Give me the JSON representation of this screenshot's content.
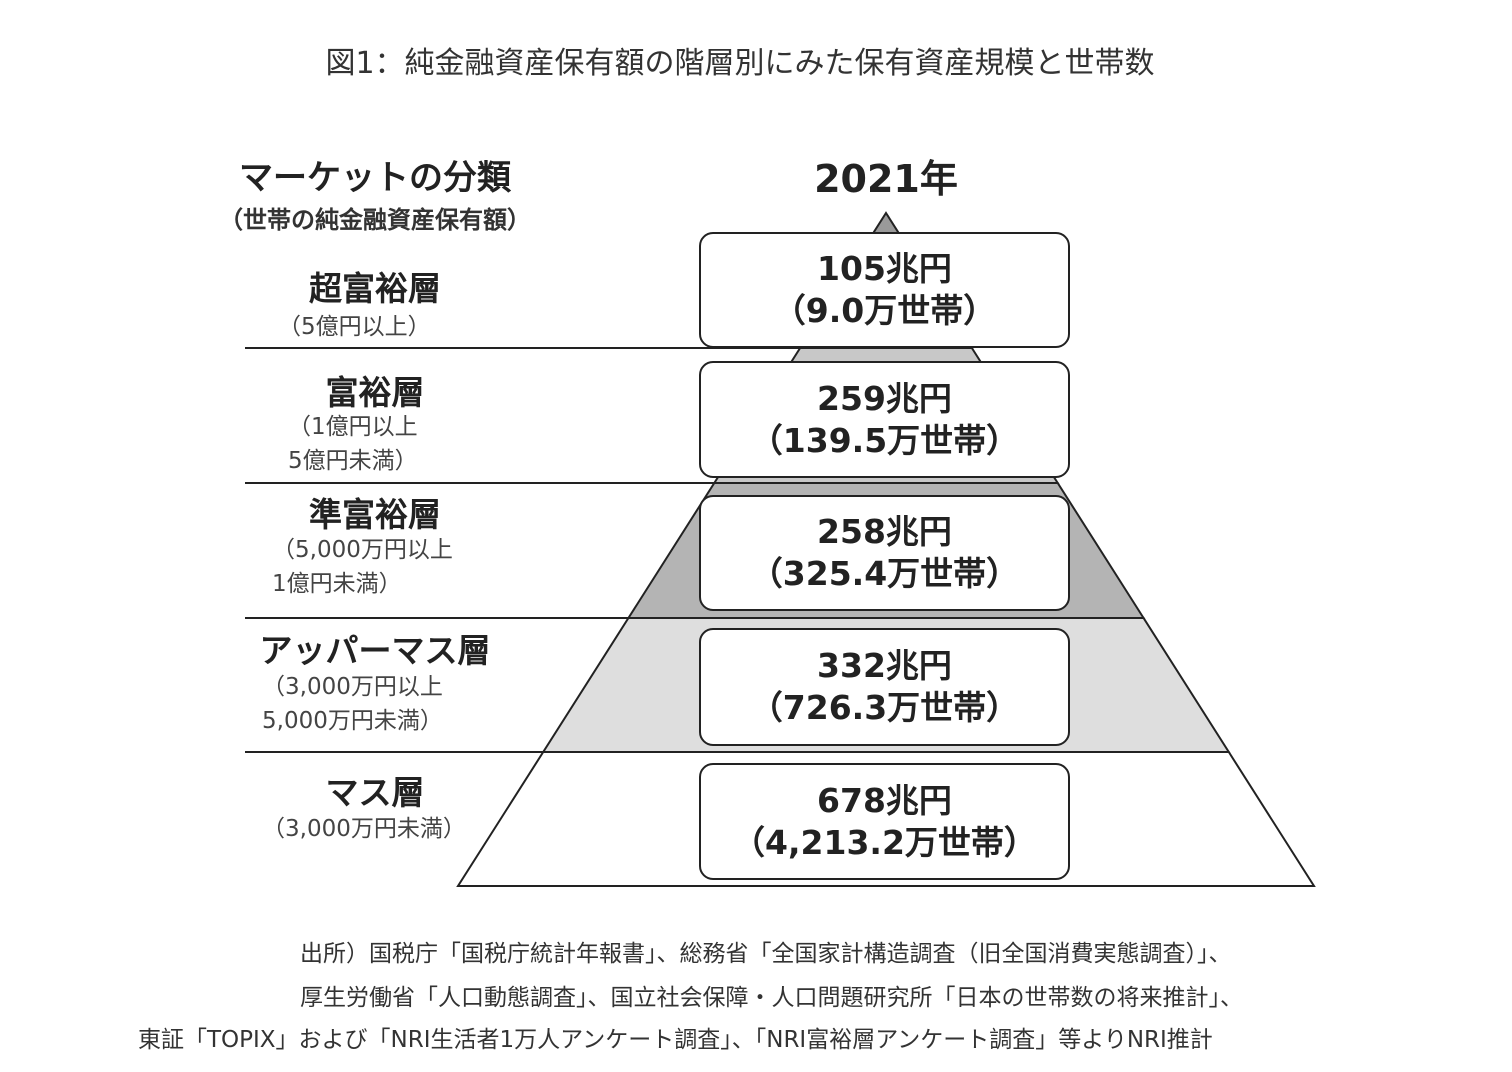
{
  "title": "図1：純金融資産保有額の階層別にみた保有資産規模と世帯数",
  "year": "2021年",
  "header": {
    "label": "マーケットの分類",
    "sublabel": "（世帯の純金融資産保有額）"
  },
  "tiers": [
    {
      "name": "超富裕層",
      "range": "（5億円以上）",
      "assets": "105兆円",
      "households": "（9.0万世帯）",
      "color": "#9a9a9a"
    },
    {
      "name": "富裕層",
      "range": "（1億円以上\n5億円未満）",
      "assets": "259兆円",
      "households": "（139.5万世帯）",
      "color": "#c8c8c8"
    },
    {
      "name": "準富裕層",
      "range": "（5,000万円以上\n1億円未満）",
      "assets": "258兆円",
      "households": "（325.4万世帯）",
      "color": "#b4b4b4"
    },
    {
      "name": "アッパーマス層",
      "range": "（3,000万円以上\n5,000万円未満）",
      "assets": "332兆円",
      "households": "（726.3万世帯）",
      "color": "#dedede"
    },
    {
      "name": "マス層",
      "range": "（3,000万円未満）",
      "assets": "678兆円",
      "households": "（4,213.2万世帯）",
      "color": "#ffffff"
    }
  ],
  "source": [
    "出所）国税庁「国税庁統計年報書」、総務省「全国家計構造調査（旧全国消費実態調査）」、",
    "厚生労働省「人口動態調査」、国立社会保障・人口問題研究所「日本の世帯数の将来推計」、",
    "東証「TOPIX」および「NRI生活者1万人アンケート調査」、「NRI富裕層アンケート調査」等よりNRI推計"
  ]
}
